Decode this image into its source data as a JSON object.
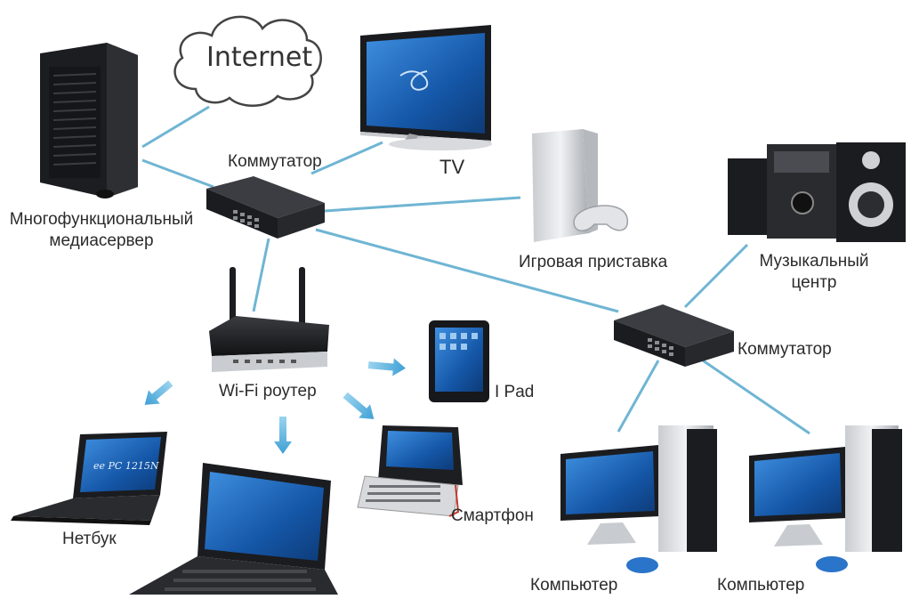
{
  "labels": {
    "internet": "Internet",
    "switch_top": "Коммутатор",
    "switch_right": "Коммутатор",
    "tv": "TV",
    "server_line1": "Многофункциональный",
    "server_line2": "медиасервер",
    "console": "Игровая приставка",
    "music_line1": "Музыкальный",
    "music_line2": "центр",
    "router": "Wi-Fi роутер",
    "ipad": "I Pad",
    "smartphone": "Смартфон",
    "netbook": "Нетбук",
    "computer_left": "Компьютер",
    "computer_right": "Компьютер"
  },
  "netbook_brand": "ee PC 1215N",
  "colors": {
    "link": "#6fb5d3",
    "wifi_arrow": "#5bb0d8",
    "device_dark": "#1e1f22",
    "screen_blue": "#1a5fb4",
    "label": "#2b2b2b"
  }
}
